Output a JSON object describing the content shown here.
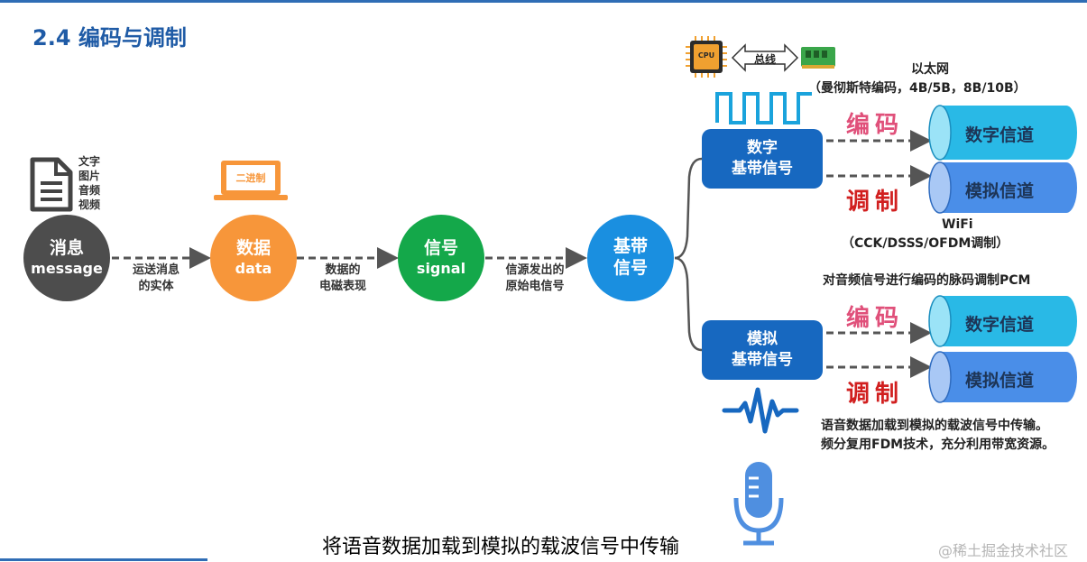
{
  "title": "2.4 编码与调制",
  "media_types": [
    "文字",
    "图片",
    "音频",
    "视频"
  ],
  "chip": {
    "label": "二进制"
  },
  "circles": {
    "message": {
      "line1": "消息",
      "line2": "message",
      "color": "#4d4d4d"
    },
    "data": {
      "line1": "数据",
      "line2": "data",
      "color": "#f7963a"
    },
    "signal": {
      "line1": "信号",
      "line2": "signal",
      "color": "#14a84a"
    },
    "baseband": {
      "line1": "基带",
      "line2": "信号",
      "color": "#1a8fe0"
    }
  },
  "arrow_labels": {
    "a1": {
      "line1": "运送消息",
      "line2": "的实体"
    },
    "a2": {
      "line1": "数据的",
      "line2": "电磁表现"
    },
    "a3": {
      "line1": "信源发出的",
      "line2": "原始电信号"
    }
  },
  "bus": {
    "cpu_label": "CPU",
    "label": "总线"
  },
  "digital_box": {
    "line1": "数字",
    "line2": "基带信号"
  },
  "analog_box": {
    "line1": "模拟",
    "line2": "基带信号"
  },
  "verbs": {
    "encode": "编码",
    "modulate": "调制"
  },
  "channels": {
    "digital": "数字信道",
    "analog": "模拟信道"
  },
  "notes": {
    "ethernet_line1": "以太网",
    "ethernet_line2": "（曼彻斯特编码，4B/5B，8B/10B）",
    "wifi_line1": "WiFi",
    "wifi_line2": "（CCK/DSSS/OFDM调制）",
    "pcm": "对音频信号进行编码的脉码调制PCM",
    "fdm_line1": "语音数据加载到模拟的载波信号中传输。",
    "fdm_line2": "频分复用FDM技术，充分利用带宽资源。"
  },
  "subtitle": "将语音数据加载到模拟的载波信号中传输",
  "watermark": "@稀土掘金技术社区",
  "colors": {
    "title": "#1f5ba6",
    "box_blue": "#1768c0",
    "cyl_digital": "#29b9e6",
    "cyl_analog": "#4a8ee8",
    "encode_pink": "#e0507a",
    "modulate_red": "#d11f1f",
    "dashed": "#555555"
  }
}
